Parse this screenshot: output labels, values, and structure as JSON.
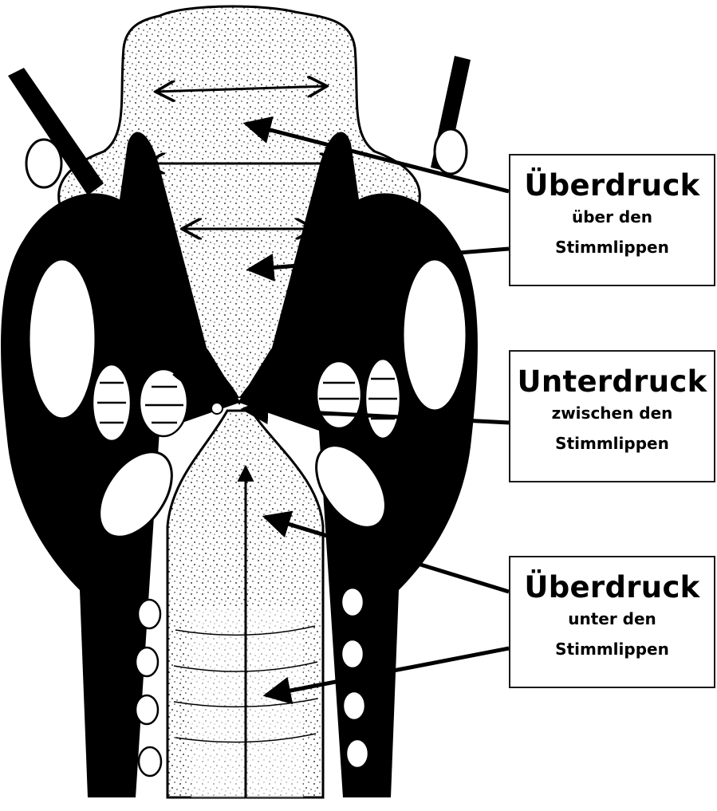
{
  "colors": {
    "ink": "#000000",
    "background": "#ffffff",
    "tissue": "#ffffff"
  },
  "labels": {
    "above": {
      "title": "Überdruck",
      "line1": "über den",
      "line2": "Stimmlippen"
    },
    "between": {
      "title": "Unterdruck",
      "line1": "zwischen den",
      "line2": "Stimmlippen"
    },
    "below": {
      "title": "Überdruck",
      "line1": "unter den",
      "line2": "Stimmlippen"
    }
  },
  "icons": [
    "pointer-arrow",
    "double-headed-arrow",
    "airflow-arrow"
  ]
}
